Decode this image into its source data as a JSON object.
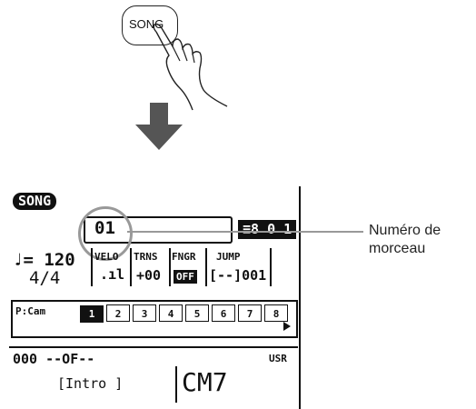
{
  "song_button": {
    "label": "SONG"
  },
  "display": {
    "header_badge": "SONG",
    "song_number": "01",
    "top_right": "≡8 0 1",
    "tempo": "♩= 120",
    "time_signature": "4/4",
    "columns": [
      {
        "label": "VELO",
        "value": ".ıl"
      },
      {
        "label": "TRNS",
        "value": "+00"
      },
      {
        "label": "FNGR",
        "value": "OFF"
      },
      {
        "label": "JUMP",
        "value": "[--]001"
      }
    ],
    "track_label": "P:Cam",
    "tracks": [
      "1",
      "2",
      "3",
      "4",
      "5",
      "6",
      "7",
      "8"
    ],
    "bottom_left": "000 --OF--",
    "bottom_right_label": "USR",
    "intro": "[Intro ]",
    "chord": "CM7"
  },
  "callout": {
    "line1": "Numéro de",
    "line2": "morceau"
  }
}
